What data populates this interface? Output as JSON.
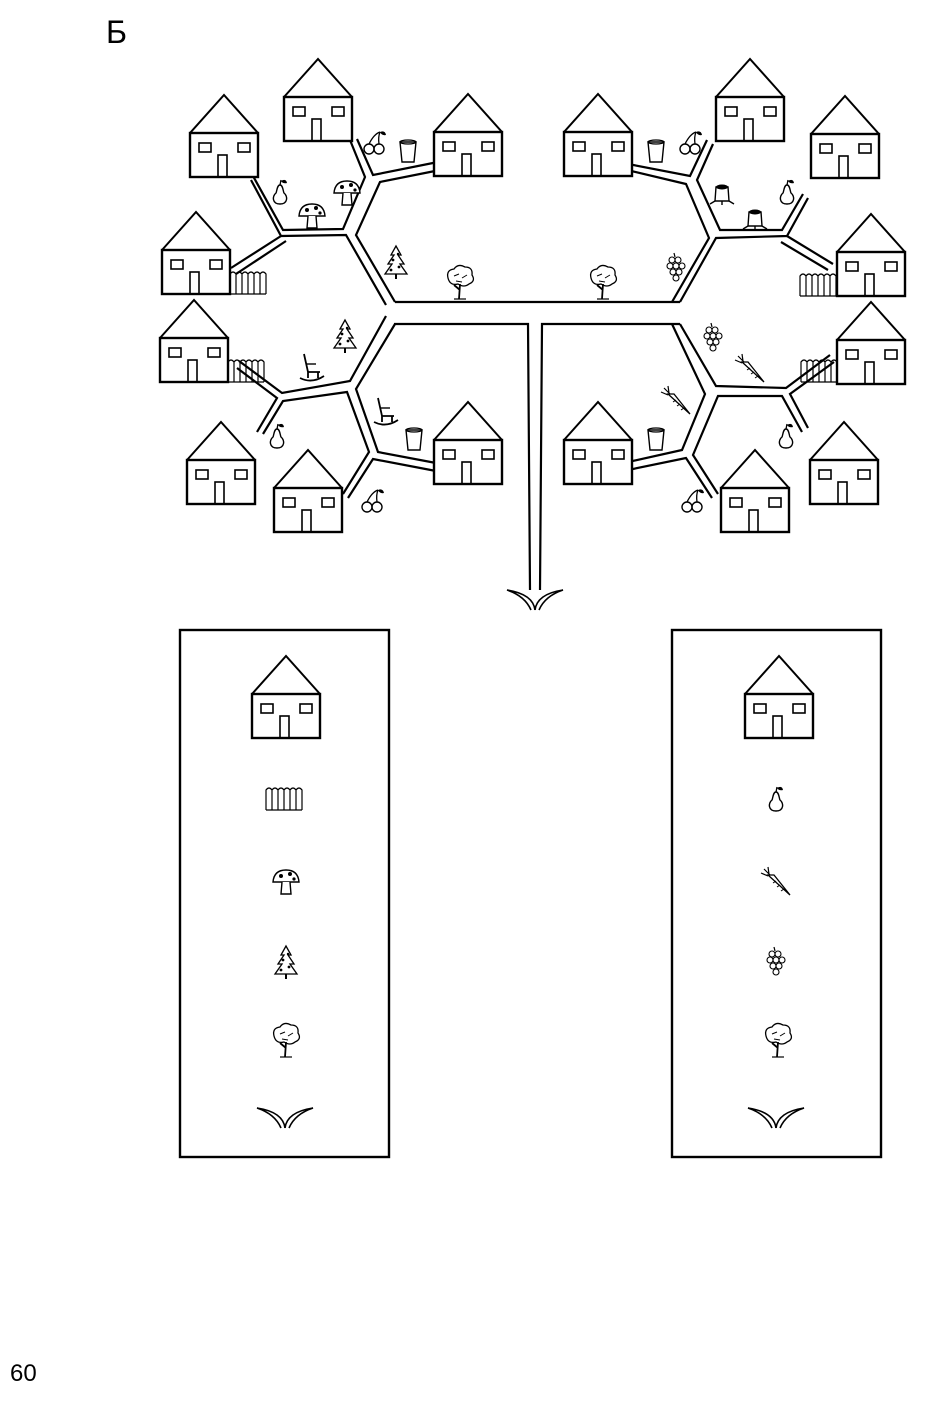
{
  "page": {
    "letter": "Б",
    "page_number": "60"
  },
  "colors": {
    "ink": "#000000",
    "paper": "#ffffff"
  },
  "houses": [
    {
      "id": "l-top-1",
      "side": "left",
      "fence": false
    },
    {
      "id": "l-top-2",
      "side": "left",
      "fence": false
    },
    {
      "id": "l-top-3",
      "side": "left",
      "fence": false
    },
    {
      "id": "l-mid-1",
      "side": "left",
      "fence": true
    },
    {
      "id": "l-mid-2",
      "side": "left",
      "fence": true
    },
    {
      "id": "l-bot-1",
      "side": "left",
      "fence": false
    },
    {
      "id": "l-bot-2",
      "side": "left",
      "fence": false
    },
    {
      "id": "l-bot-3",
      "side": "left",
      "fence": false
    },
    {
      "id": "r-top-1",
      "side": "right",
      "fence": false
    },
    {
      "id": "r-top-2",
      "side": "right",
      "fence": false
    },
    {
      "id": "r-top-3",
      "side": "right",
      "fence": false
    },
    {
      "id": "r-mid-1",
      "side": "right",
      "fence": true
    },
    {
      "id": "r-mid-2",
      "side": "right",
      "fence": true
    },
    {
      "id": "r-bot-1",
      "side": "right",
      "fence": false
    },
    {
      "id": "r-bot-2",
      "side": "right",
      "fence": false
    },
    {
      "id": "r-bot-3",
      "side": "right",
      "fence": false
    }
  ],
  "landmarks": [
    "cherry-icon",
    "cup-icon",
    "pear-icon",
    "mushroom-icon",
    "mushroom-icon",
    "fir-tree-icon",
    "fir-tree-icon",
    "tree-icon",
    "tree-icon",
    "rocking-chair-icon",
    "rocking-chair-icon",
    "cup-icon",
    "pear-icon",
    "cherry-icon",
    "cup-icon",
    "cherry-icon",
    "stump-icon",
    "stump-icon",
    "pear-icon",
    "grapes-icon",
    "grapes-icon",
    "carrot-icon",
    "carrot-icon",
    "cup-icon",
    "pear-icon",
    "cherry-icon"
  ],
  "legend_left": [
    "house-icon",
    "fence-icon",
    "mushroom-icon",
    "fir-tree-icon",
    "tree-icon",
    "sprout-icon"
  ],
  "legend_right": [
    "house-icon",
    "pear-icon",
    "carrot-icon",
    "grapes-icon",
    "tree-icon",
    "sprout-icon"
  ]
}
